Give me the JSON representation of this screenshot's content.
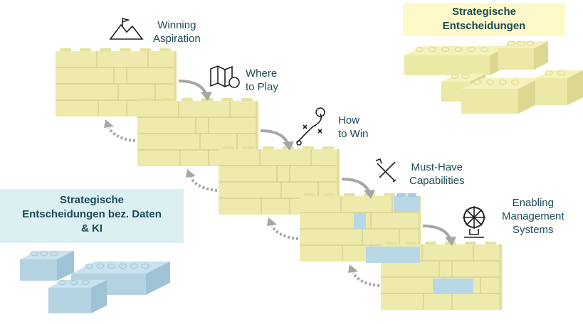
{
  "steps": [
    {
      "label_line1": "Winning",
      "label_line2": "Aspiration",
      "icon": "mountain-flag-icon"
    },
    {
      "label_line1": "Where",
      "label_line2": "to Play",
      "icon": "map-pin-icon"
    },
    {
      "label_line1": "How",
      "label_line2": "to Win",
      "icon": "strategy-play-icon"
    },
    {
      "label_line1": "Must-Have",
      "label_line2": "Capabilities",
      "icon": "wrench-screwdriver-icon"
    },
    {
      "label_line1": "Enabling",
      "label_line2": "Management",
      "label_line3": "Systems",
      "icon": "ship-wheel-icon"
    }
  ],
  "legend": {
    "strategic_line1": "Strategische",
    "strategic_line2": "Entscheidungen",
    "data_line1": "Strategische",
    "data_line2": "Entscheidungen bez. Daten",
    "data_line3": "& KI"
  },
  "colors": {
    "brick_yellow": "#eeeaac",
    "brick_blue": "#b8d8e6",
    "text": "#1d4a55",
    "label_yellow": "#fdf9c8",
    "label_blue": "#dcf0f3",
    "arrow": "#a6a6a6"
  }
}
